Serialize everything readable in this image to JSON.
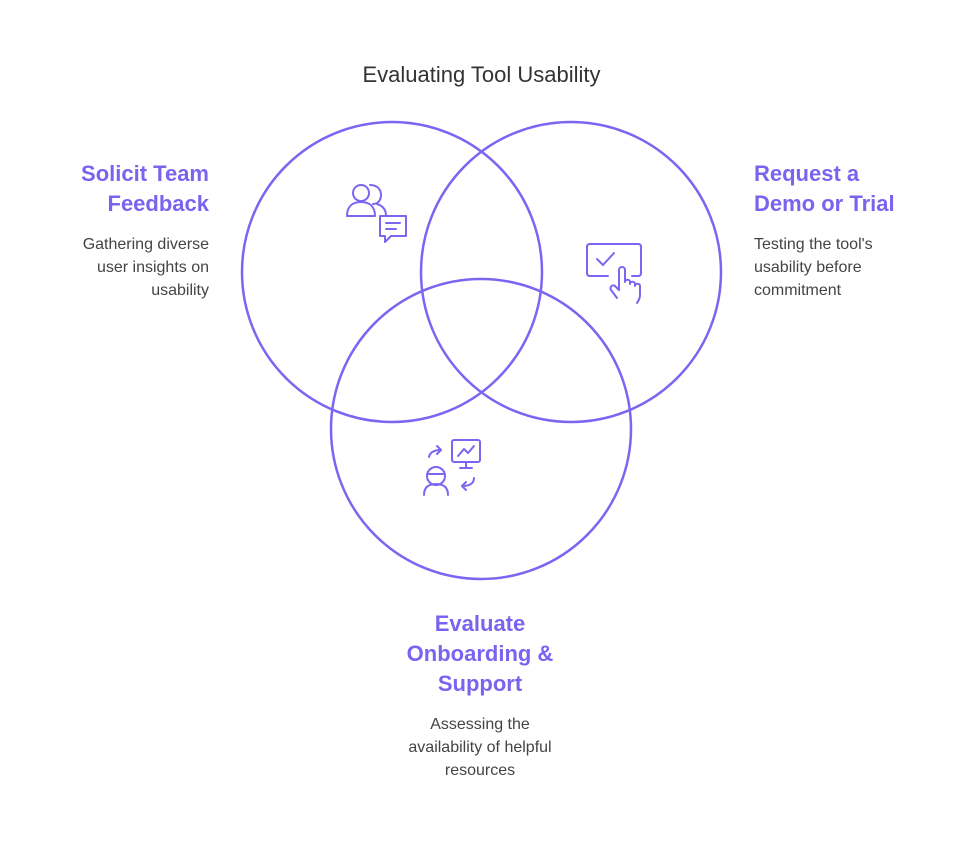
{
  "title": "Evaluating Tool Usability",
  "colors": {
    "accent": "#7b63f0",
    "stroke": "#7b66f2",
    "text": "#444444"
  },
  "sections": [
    {
      "id": "left",
      "icon": "team-feedback-icon",
      "heading_lines": [
        "Solicit Team",
        "Feedback"
      ],
      "desc_lines": [
        "Gathering diverse",
        "user insights on",
        "usability"
      ]
    },
    {
      "id": "right",
      "icon": "touch-screen-check-icon",
      "heading_lines": [
        "Request a",
        "Demo or Trial"
      ],
      "desc_lines": [
        "Testing the tool's",
        "usability before",
        "commitment"
      ]
    },
    {
      "id": "bottom",
      "icon": "user-presentation-icon",
      "heading_lines": [
        "Evaluate",
        "Onboarding &",
        "Support"
      ],
      "desc_lines": [
        "Assessing the",
        "availability of helpful",
        "resources"
      ]
    }
  ]
}
